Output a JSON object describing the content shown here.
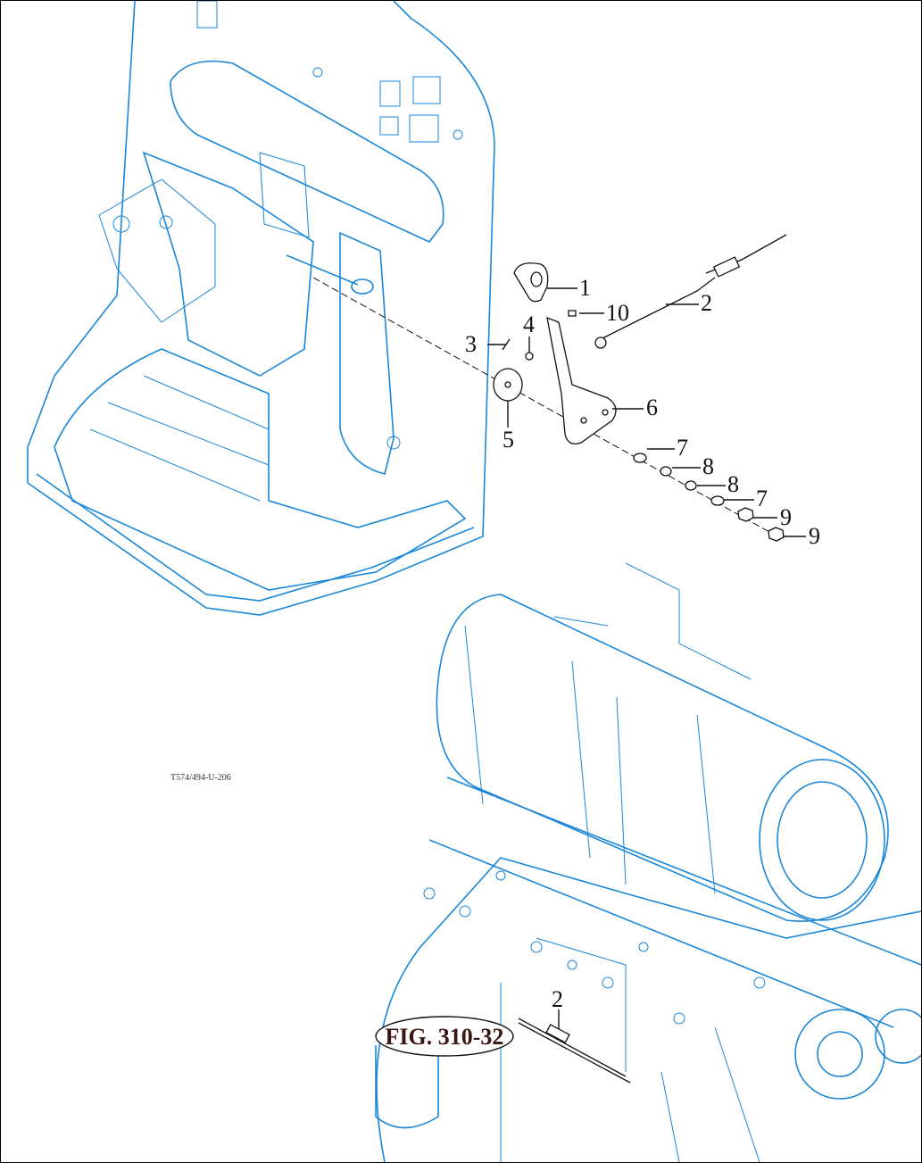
{
  "drawing_code": "T574/494-U-206",
  "figure_reference": "FIG. 310-32",
  "callouts": [
    "1",
    "10",
    "2",
    "3",
    "4",
    "6",
    "5",
    "7",
    "8",
    "8",
    "7",
    "9",
    "9",
    "2"
  ],
  "colors": {
    "line_art": "#1a86d8",
    "callout": "#111111",
    "fig_label": "#3a1512"
  }
}
